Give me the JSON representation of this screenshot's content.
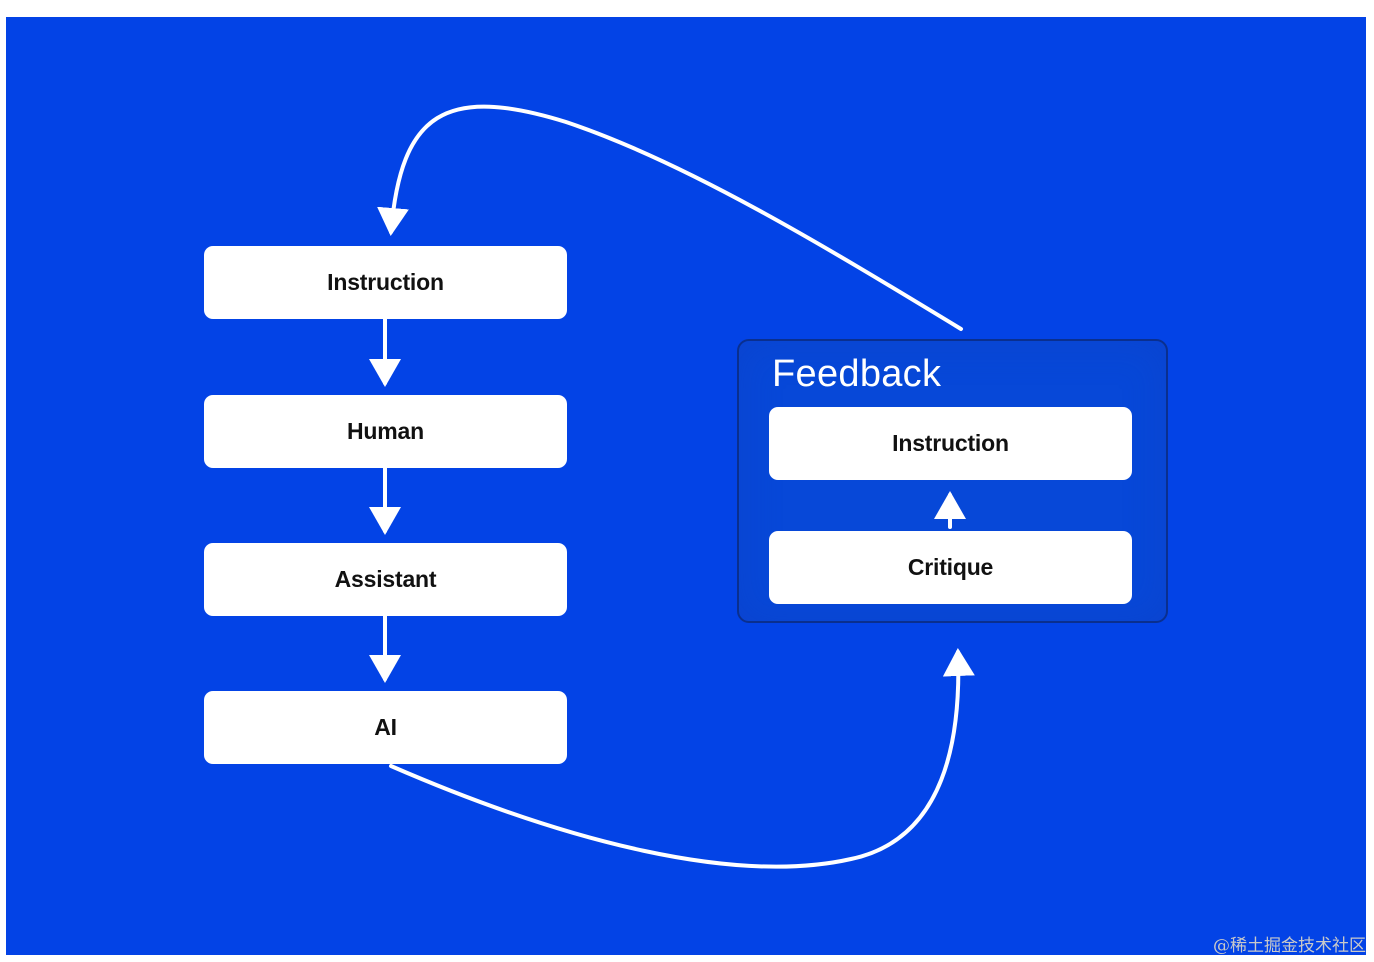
{
  "diagram": {
    "background_color": "#0343e6",
    "flow_nodes": [
      {
        "label": "Instruction"
      },
      {
        "label": "Human"
      },
      {
        "label": "Assistant"
      },
      {
        "label": "AI"
      }
    ],
    "feedback": {
      "title": "Feedback",
      "instruction_label": "Instruction",
      "critique_label": "Critique"
    }
  },
  "watermark": "@稀土掘金技术社区"
}
